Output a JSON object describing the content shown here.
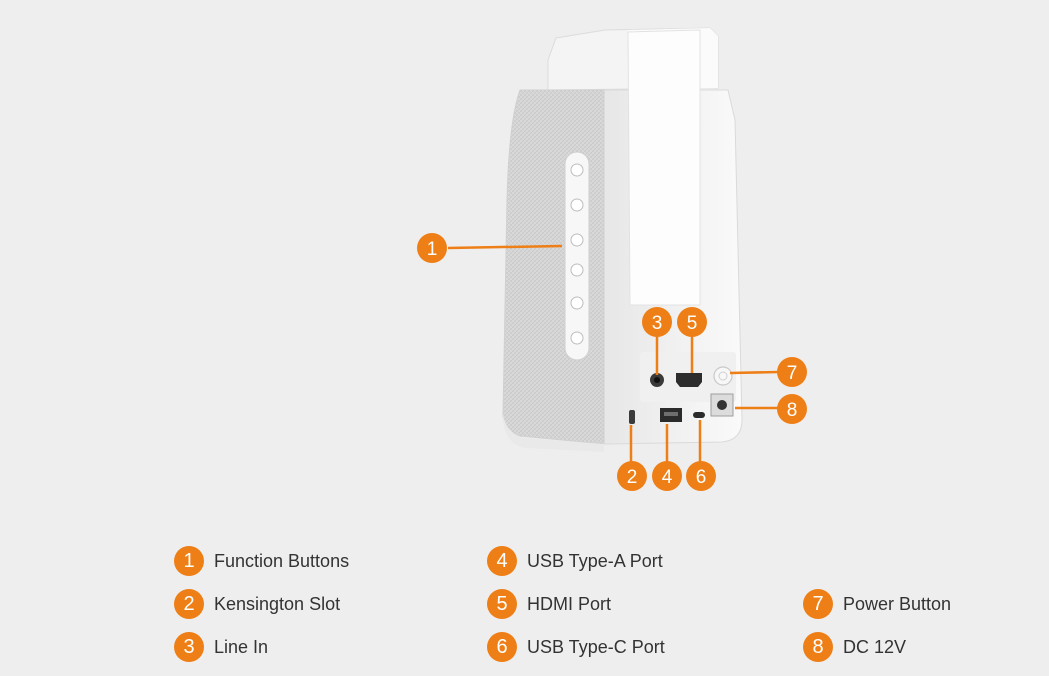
{
  "accent_color": "#ee7f16",
  "figure": {
    "callouts": [
      "1",
      "2",
      "3",
      "4",
      "5",
      "6",
      "7",
      "8"
    ]
  },
  "legend": [
    {
      "number": "1",
      "label": "Function Buttons"
    },
    {
      "number": "2",
      "label": "Kensington Slot"
    },
    {
      "number": "3",
      "label": "Line In"
    },
    {
      "number": "4",
      "label": "USB Type-A Port"
    },
    {
      "number": "5",
      "label": "HDMI Port"
    },
    {
      "number": "6",
      "label": "USB Type-C Port"
    },
    {
      "number": "7",
      "label": "Power Button"
    },
    {
      "number": "8",
      "label": "DC 12V"
    }
  ]
}
